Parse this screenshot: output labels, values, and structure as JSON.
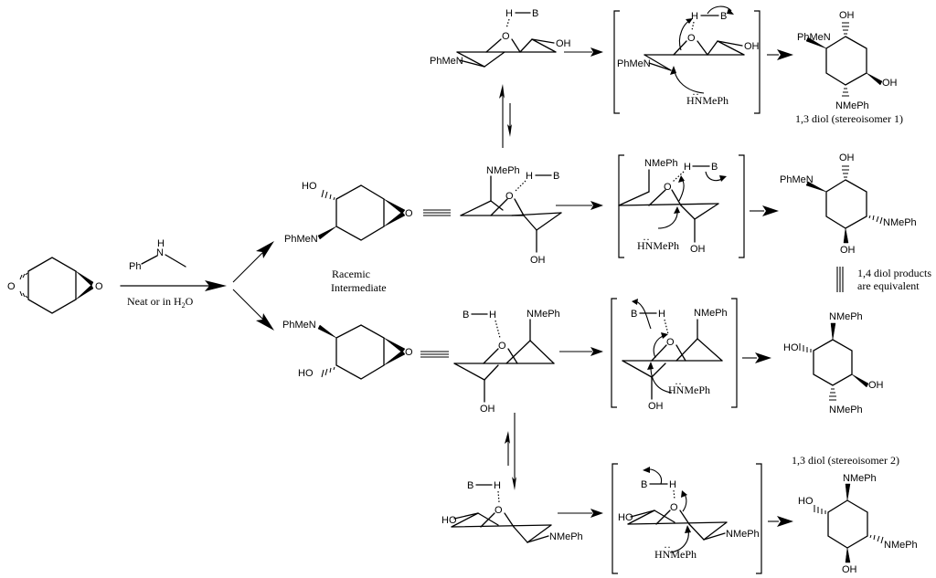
{
  "reagent": {
    "amine_ph": "Ph",
    "amine_n": "N",
    "amine_h": "H",
    "conditions": "Neat or in H",
    "conditions_sub": "2",
    "conditions_end": "O"
  },
  "atoms": {
    "O": "O",
    "OH": "OH",
    "HO": "HO",
    "H": "H",
    "B": "B",
    "PhMeN": "PhMeN",
    "NMePh": "NMePh",
    "HNMePh": "HNMePh",
    "lone_pair": "··"
  },
  "labels": {
    "racemic_1": "Racemic",
    "racemic_2": "Intermediate",
    "diol13_s1": "1,3 diol (stereoisomer 1)",
    "diol13_s2": "1,3 diol (stereoisomer 2)",
    "diol14_1": "1,4 diol products",
    "diol14_2": "are equivalent"
  }
}
